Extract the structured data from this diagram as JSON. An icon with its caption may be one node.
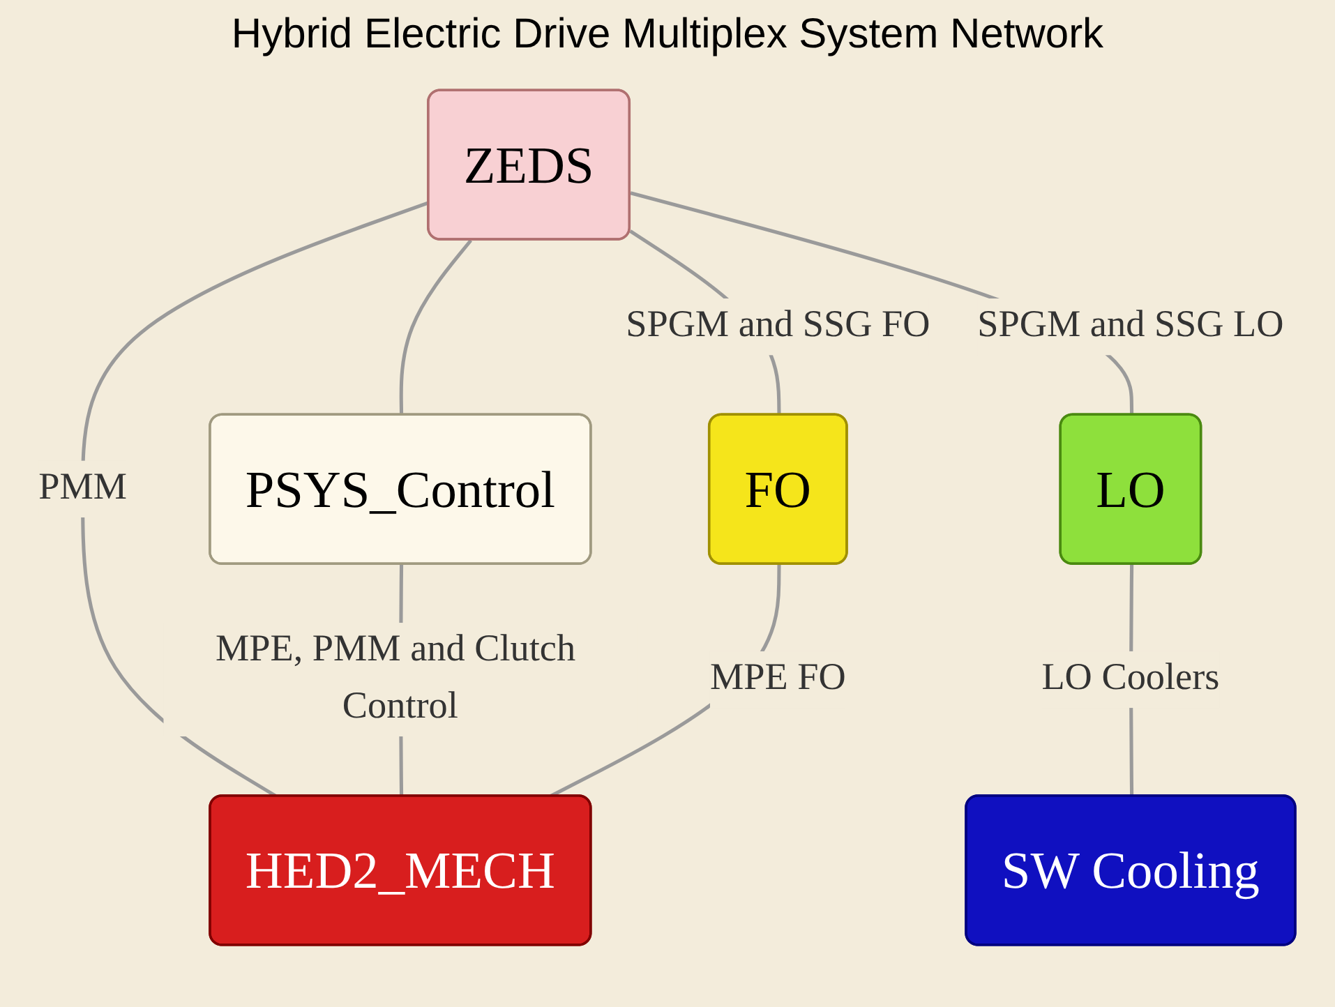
{
  "diagram": {
    "title": "Hybrid Electric Drive Multiplex System Network",
    "nodes": [
      {
        "text": [
          "ZEDS"
        ]
      },
      {
        "text": [
          "PSYS_Control"
        ]
      },
      {
        "text": [
          "SW Cooling"
        ]
      },
      {
        "text": [
          "LO"
        ]
      },
      {
        "text": [
          "FO"
        ]
      },
      {
        "text": [
          "HED2_MECH"
        ]
      }
    ],
    "edges": [
      {
        "from": 0,
        "to": 1,
        "arrow": "none"
      },
      {
        "from": 0,
        "to": 4,
        "label": "SPGM and SSG FO",
        "arrow": "none"
      },
      {
        "from": 0,
        "to": 3,
        "label": "SPGM and SSG LO",
        "arrow": "none"
      },
      {
        "from": 0,
        "to": 5,
        "label": "PMM",
        "arrow": "none"
      },
      {
        "from": 3,
        "to": 2,
        "label": "LO Coolers",
        "arrow": "none"
      },
      {
        "from": 1,
        "to": 5,
        "label": "MPE, PMM and Clutch Control",
        "arrow": "none"
      },
      {
        "from": 4,
        "to": 5,
        "label": "MPE FO",
        "arrow": "none"
      }
    ]
  }
}
